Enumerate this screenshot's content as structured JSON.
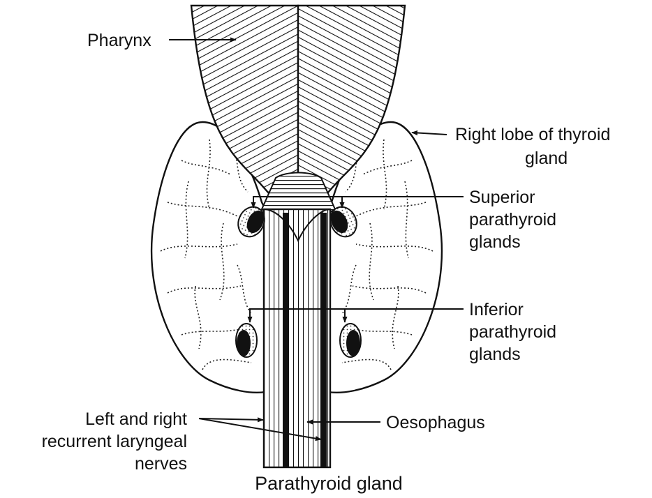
{
  "diagram": {
    "labels": {
      "pharynx": "Pharynx",
      "right_lobe_line1": "Right lobe of thyroid",
      "right_lobe_line2": "gland",
      "superior_line1": "Superior",
      "superior_line2": "parathyroid",
      "superior_line3": "glands",
      "inferior_line1": "Inferior",
      "inferior_line2": "parathyroid",
      "inferior_line3": "glands",
      "nerves_line1": "Left and right",
      "nerves_line2": "recurrent laryngeal",
      "nerves_line3": "nerves",
      "oesophagus": "Oesophagus"
    },
    "caption": "Parathyroid gland"
  },
  "colors": {
    "ink": "#111111",
    "background": "#ffffff"
  }
}
